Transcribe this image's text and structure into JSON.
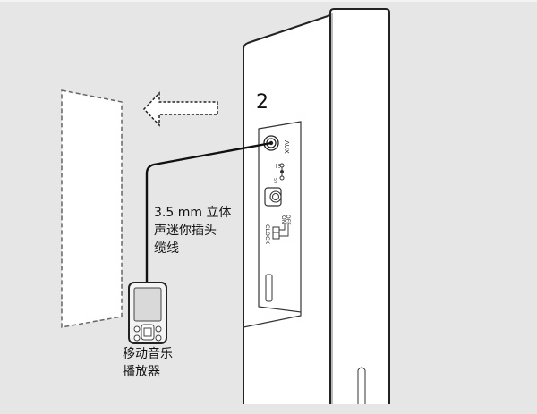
{
  "step_number": "2",
  "cable_label": [
    "3.5 mm 立体",
    "声迷你插头",
    "缆线"
  ],
  "player_label": [
    "移动音乐",
    "播放器"
  ],
  "panel_labels": {
    "aux": "AUX",
    "dc_in": "5V",
    "clock": "CLOCK",
    "on": "ON",
    "off": "OFF"
  },
  "icons": [
    "direction-arrow-left-icon",
    "aux-jack-icon",
    "dc-power-icon",
    "clock-switch-icon",
    "music-player-icon"
  ],
  "colors": {
    "background": "#e6e6e6",
    "device_fill": "#ffffff",
    "outline": "#222222",
    "cable": "#111111",
    "player_screen": "#d9d9d9",
    "dashed": "#555555"
  }
}
